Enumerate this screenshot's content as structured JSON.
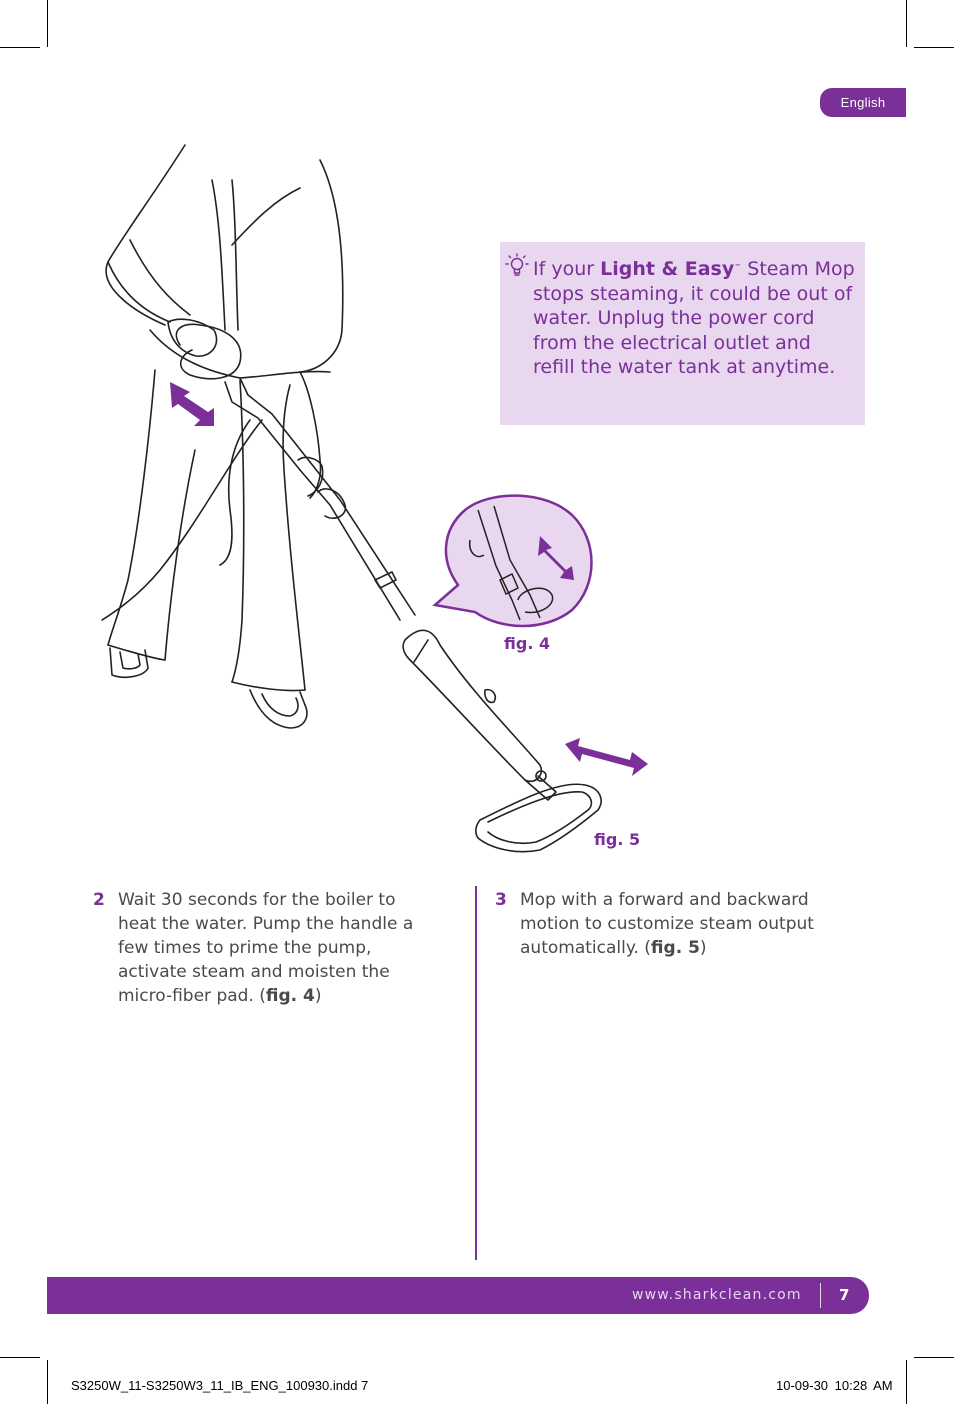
{
  "language_tab": "English",
  "tip": {
    "icon": "lightbulb-icon",
    "text_before": "If your ",
    "brand": "Light & Easy",
    "trademark": "™",
    "text_after": " Steam Mop stops steaming, it could be out of water. Unplug the power cord from the electrical outlet and refill the water tank at anytime."
  },
  "figures": {
    "fig4_label": "fig. 4",
    "fig5_label": "fig. 5"
  },
  "steps": [
    {
      "number": "2",
      "text": "Wait 30 seconds for the boiler to heat the water.  Pump the handle a few times to prime the pump, activate steam and moisten the micro-fiber pad. (",
      "ref": "fig. 4",
      "close": ")"
    },
    {
      "number": "3",
      "text": "Mop with a forward and backward motion to customize steam output automatically. (",
      "ref": "fig. 5",
      "close": ")"
    }
  ],
  "footer": {
    "url": "www.sharkclean.com",
    "page_number": "7"
  },
  "slug": {
    "file": "S3250W_11-S3250W3_11_IB_ENG_100930.indd   7",
    "datetime": "10-09-30   10:28 AM"
  },
  "colors": {
    "accent": "#7a2f99",
    "tip_background": "#e8d7ee",
    "body_text": "#4a4a4a"
  }
}
